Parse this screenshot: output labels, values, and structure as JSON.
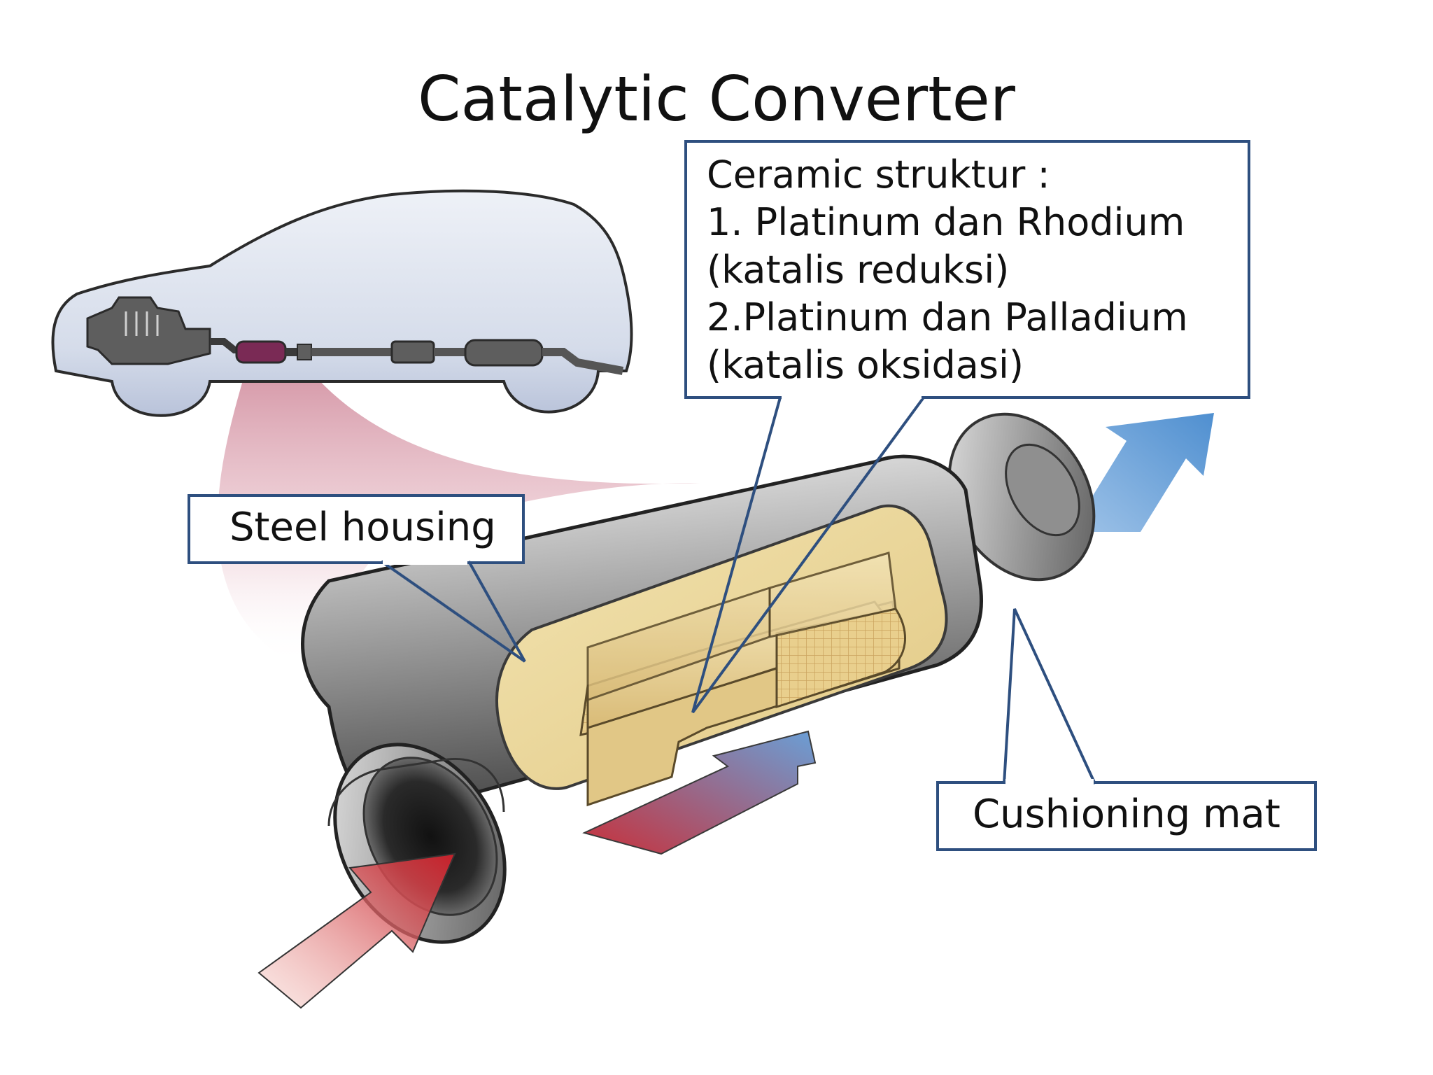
{
  "title": "Catalytic Converter",
  "callouts": {
    "ceramic": {
      "lines": [
        "Ceramic struktur :",
        "1. Platinum dan Rhodium",
        "(katalis reduksi)",
        "2.Platinum dan Palladium",
        "(katalis oksidasi)"
      ]
    },
    "steel_housing": "Steel housing",
    "cushioning_mat": "Cushioning mat"
  },
  "colors": {
    "callout_border": "#2e4f7f",
    "car_body": "#dde3ef",
    "housing_steel": "#9a9a9a",
    "ceramic_core": "#e8d48e",
    "inflow_arrow": "#c8202a",
    "outflow_arrow": "#5b9bd5",
    "highlight": "#7a2a55"
  },
  "icons": {
    "car": "car-silhouette-icon",
    "converter": "catalytic-converter-cutaway-icon",
    "inflow": "exhaust-inflow-arrow-icon",
    "outflow": "exhaust-outflow-arrow-icon"
  }
}
